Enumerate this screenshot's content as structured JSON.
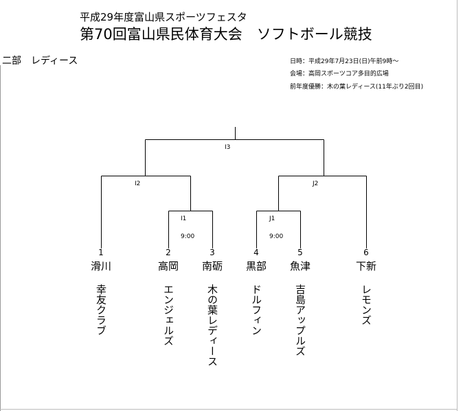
{
  "header": {
    "subtitle": "平成29年度富山県スポーツフェスタ",
    "title": "第70回富山県民体育大会　ソフトボール競技",
    "division": "二部　レディース"
  },
  "info": {
    "datetime": "日時：平成29年7月23日(日)午前9時～",
    "venue": "会場：高岡スポーツコア多目的広場",
    "previous": "前年度優勝：木の葉レディース(11年ぶり2回目)"
  },
  "matches": {
    "final": "I3",
    "semi_left": "I2",
    "semi_right": "J2",
    "first_left": "I1",
    "first_right": "J1",
    "first_left_time": "9:00",
    "first_right_time": "9:00"
  },
  "teams": [
    {
      "seed": "1",
      "location": "滑川",
      "name": "幸友クラブ"
    },
    {
      "seed": "2",
      "location": "高岡",
      "name": "エンジェルズ"
    },
    {
      "seed": "3",
      "location": "南砺",
      "name": "木の葉レディース"
    },
    {
      "seed": "4",
      "location": "黒部",
      "name": "ドルフィン"
    },
    {
      "seed": "5",
      "location": "魚津",
      "name": "吉島アップルズ"
    },
    {
      "seed": "6",
      "location": "下新",
      "name": "レモンズ"
    }
  ]
}
